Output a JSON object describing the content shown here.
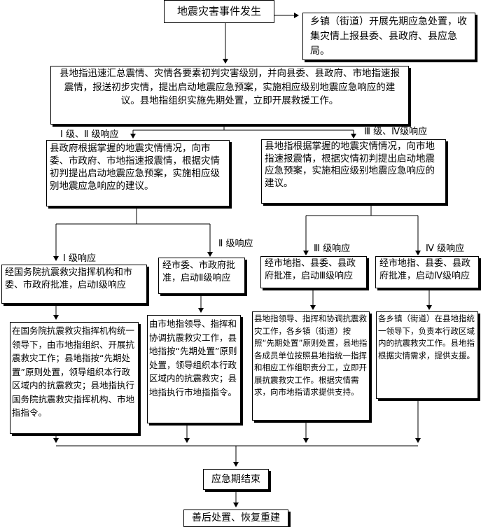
{
  "nodes": {
    "event": "地震灾害事件发生",
    "township": "乡镇（街道）开展先期应急处置，收集灾情上报县委、县政府、县应急局。",
    "county_hq": "县地指迅速汇总震情、灾情各要素初判灾害级别，并向县委、县政府、市地指速报震情，报送初步灾情，提出启动地震应急预案，实施相应级别地震应急响应的建议。县地指组织实施先期处置，立即开展救援工作。",
    "gov_report": "县政府根据掌握的地震灾情情况，向市委、市政府、市地指速报震情，根据灾情初判提出启动地震应急预案，实施相应级别地震应急响应的建议。",
    "hq_report": "县地指根据掌握的地震灾情情况，向市地指速报震情，根据灾情初判提出启动地震应急预案，实施相应级别地震应急响应的建议。",
    "l1_approve": "经国务院抗震救灾指挥机构和市委、市政府批准，启动Ⅰ级响应",
    "l2_approve": "经市委、市政府批准，启动Ⅱ级响应",
    "l3_approve": "经市地指、县委、县政府批准，启动Ⅲ级响应",
    "l4_approve": "经市地指、县委、县政府批准，启动Ⅳ级响应",
    "l1_action": "在国务院抗震救灾指挥机构统一领导下，由市地指组织、开展抗震救灾工作；县地指按“先期处置”原则处置，领导组织本行政区域内的抗震救灾；县地指执行国务院抗震救灾指挥机构、市地指指令。",
    "l2_action": "由市地指领导、指挥和协调抗震救灾工作，县地指按“先期处置”原则处置，领导组织本行政区域内的抗震救灾；县地指执行市地指指令。",
    "l3_action": "县地指领导、指挥和协调抗震救灾工作，各乡镇（街道）按照“先期处置”原则处置，县地指各成员单位按照县地指统一指挥和相应工作组职责分工，立即开展抗震救灾工作。根据灾情需求，向市地指请求提供支持。",
    "l4_action": "各乡镇（街道）在县地指统一领导下，负责本行政区域内的抗震救灾工作。县地指根据灾情需求，提供支援。",
    "end": "应急期结束",
    "recovery": "善后处置、恢复重建"
  },
  "labels": {
    "l12": "Ⅰ 级、Ⅱ 级响应",
    "l34": "Ⅲ 级、Ⅳ级响应",
    "r1": "Ⅰ 级响应",
    "r2": "Ⅱ 级响应",
    "r3": "Ⅲ 级响应",
    "r4": "Ⅳ 级响应"
  }
}
